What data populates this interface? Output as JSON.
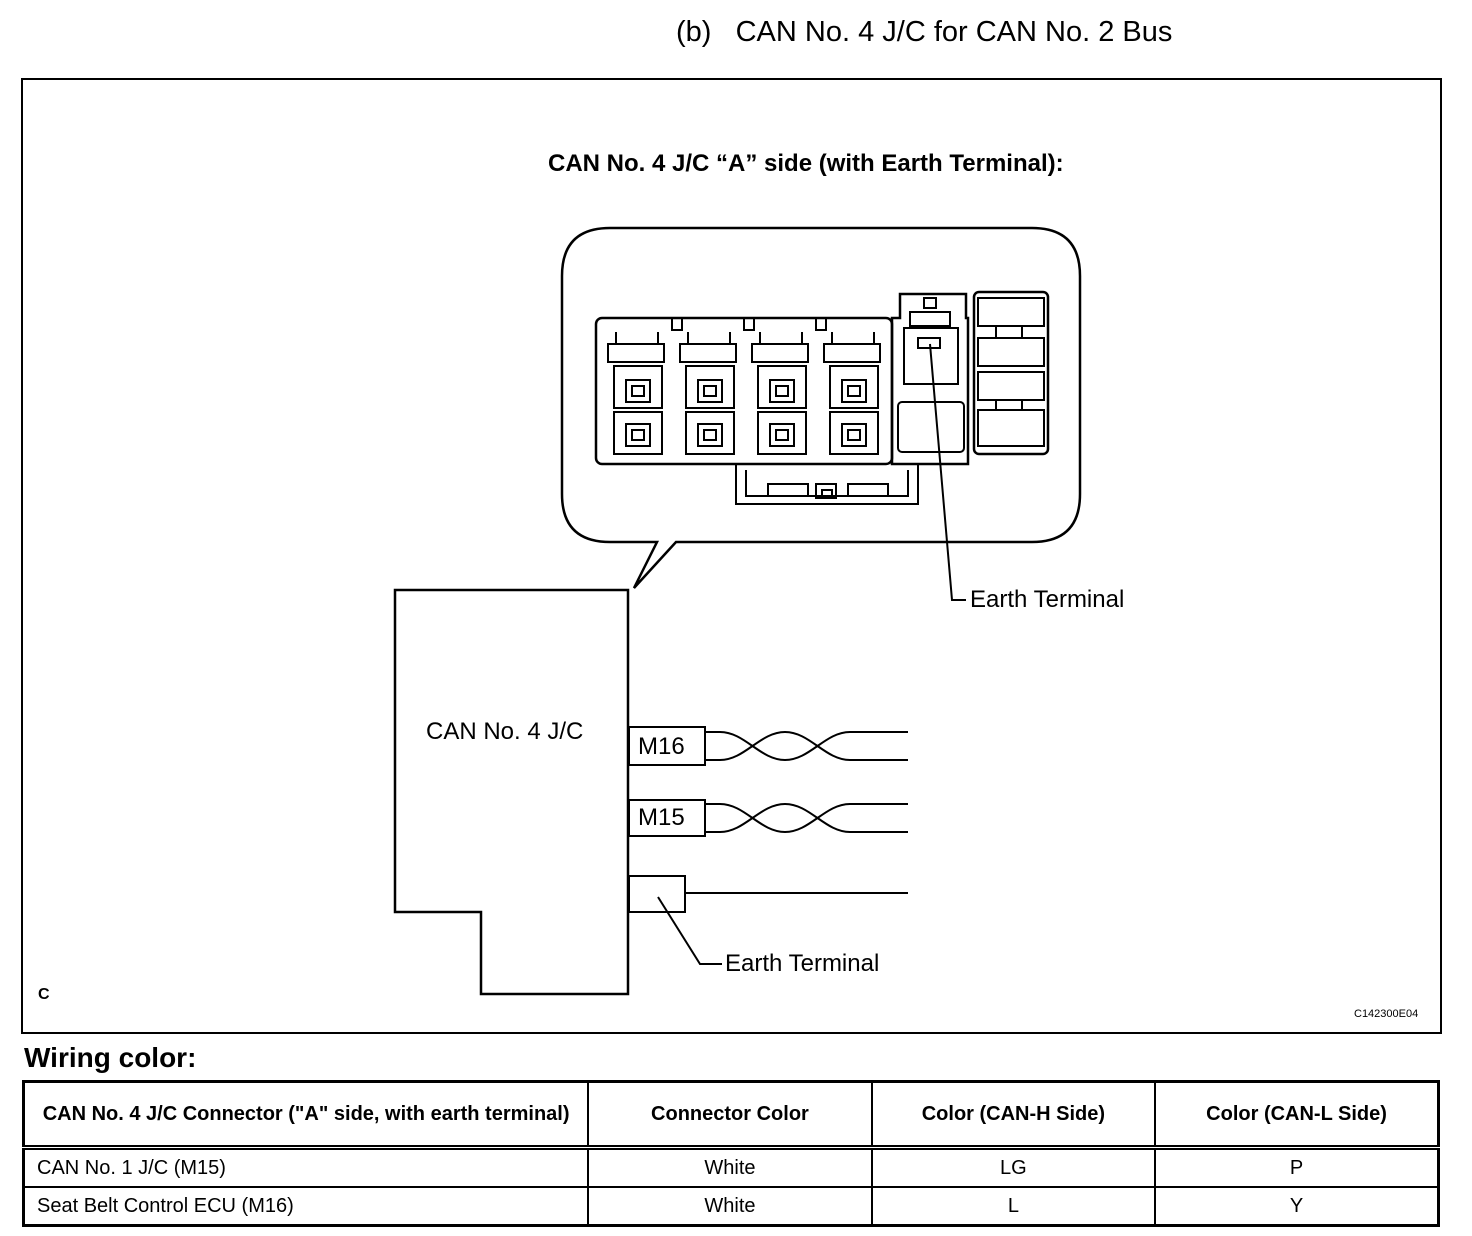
{
  "header": {
    "title": "(b)   CAN No. 4 J/C for CAN No. 2 Bus"
  },
  "diagram": {
    "subtitle": "CAN No. 4 J/C “A” side (with Earth Terminal):",
    "earth_terminal_label_top": "Earth Terminal",
    "earth_terminal_label_bottom": "Earth Terminal",
    "jc_label": "CAN No. 4 J/C",
    "connector_m16": "M16",
    "connector_m15": "M15",
    "corner_letter": "C",
    "figure_code": "C142300E04"
  },
  "wiring": {
    "title": "Wiring color:",
    "headers": [
      "CAN No. 4 J/C Connector (\"A\" side, with earth terminal)",
      "Connector Color",
      "Color (CAN-H Side)",
      "Color (CAN-L Side)"
    ],
    "rows": [
      [
        "CAN No. 1 J/C (M15)",
        "White",
        "LG",
        "P"
      ],
      [
        "Seat Belt Control ECU (M16)",
        "White",
        "L",
        "Y"
      ]
    ]
  }
}
